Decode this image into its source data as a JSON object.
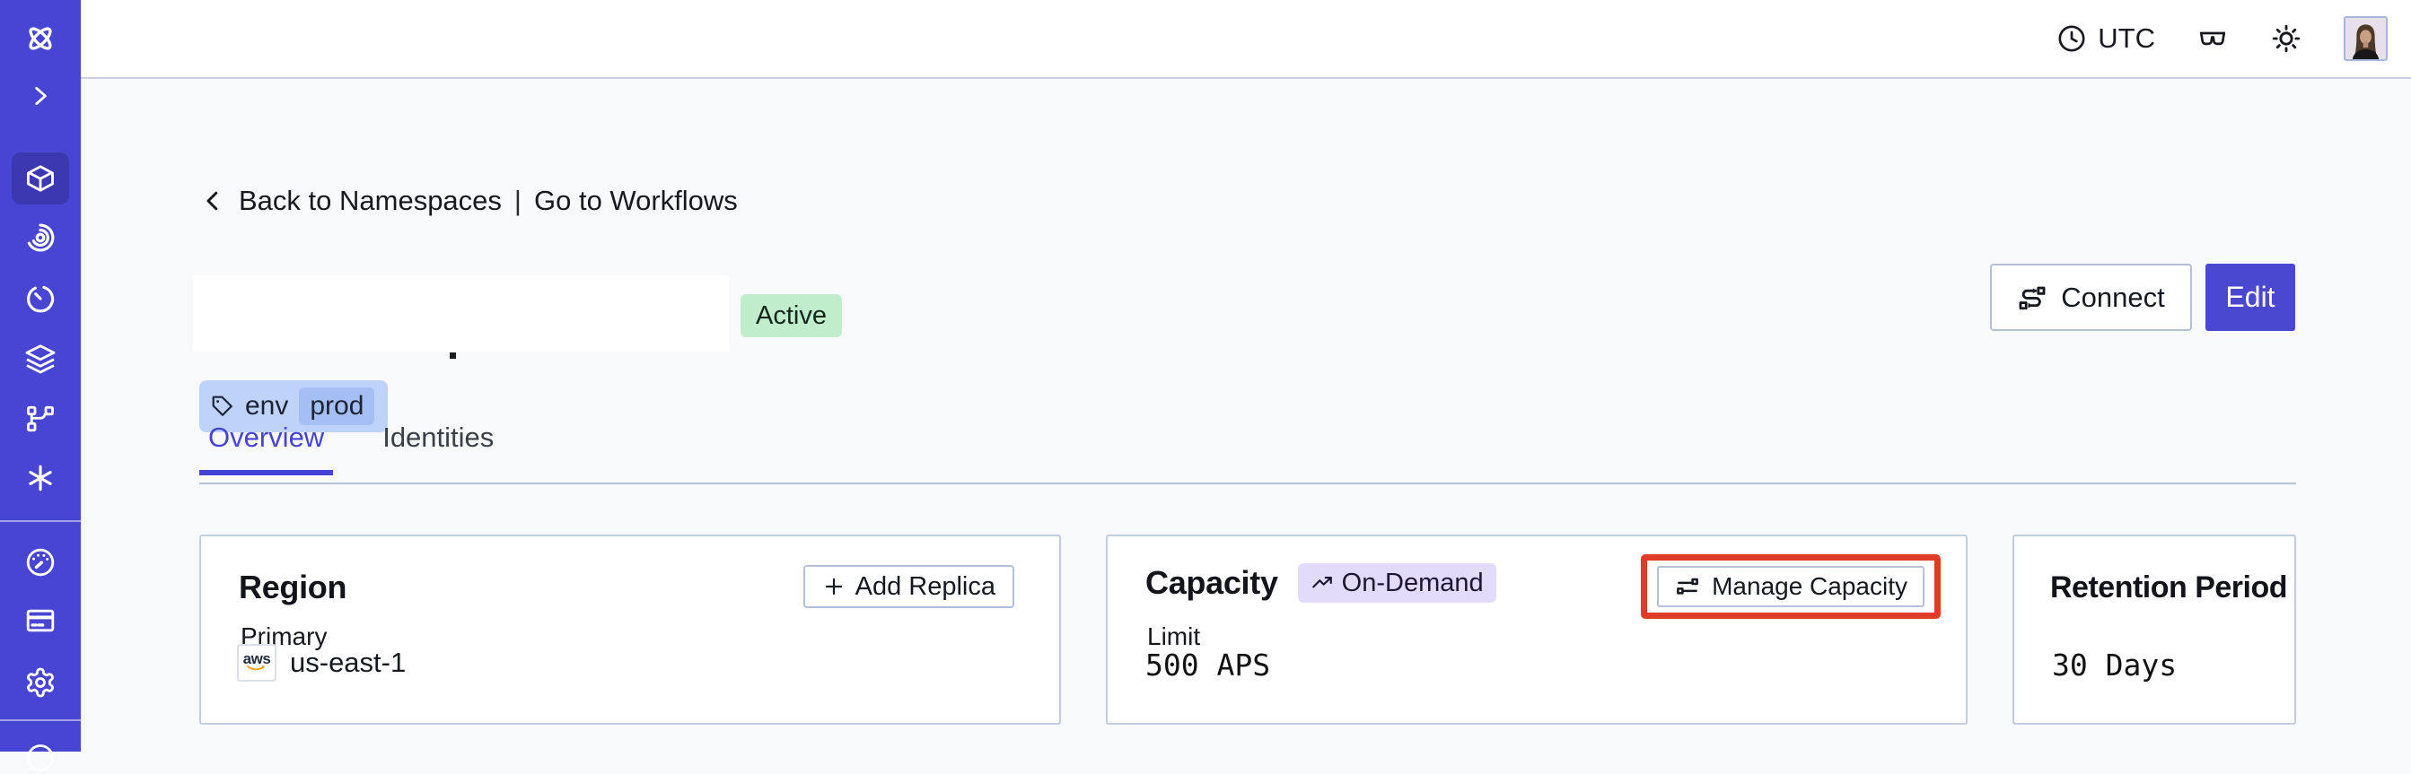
{
  "topbar": {
    "timezone": "UTC",
    "icons": [
      "clock-icon",
      "glasses-icon",
      "sun-icon",
      "avatar"
    ]
  },
  "sidebar": {
    "icons": [
      "temporal-logo",
      "expand-chevron",
      "namespaces-cube",
      "workflows-spiral",
      "schedules-clock",
      "deployments-layers",
      "batch-branch",
      "nexus-asterisk",
      "usage-gauge",
      "billing-card",
      "settings-gear",
      "support-circle"
    ],
    "active_item": "namespaces"
  },
  "breadcrumb": {
    "back": "Back to Namespaces",
    "separator": "|",
    "workflows": "Go to Workflows"
  },
  "namespace": {
    "status": "Active",
    "tag_key": "env",
    "tag_value": "prod"
  },
  "actions": {
    "connect": "Connect",
    "edit": "Edit"
  },
  "tabs": [
    {
      "label": "Overview",
      "active": true
    },
    {
      "label": "Identities",
      "active": false
    }
  ],
  "cards": {
    "region": {
      "title": "Region",
      "add_replica": "Add Replica",
      "primary_label": "Primary",
      "provider": "aws",
      "region_name": "us-east-1"
    },
    "capacity": {
      "title": "Capacity",
      "badge": "On-Demand",
      "limit_label": "Limit",
      "limit_value": "500 APS",
      "manage": "Manage Capacity"
    },
    "retention": {
      "title": "Retention Period",
      "value": "30 Days"
    }
  },
  "colors": {
    "sidebar": "#4845d4",
    "accent": "#4a47d1",
    "tab_active": "#4642d8",
    "status_badge_bg": "#c0edcc",
    "tag_bg": "#bed2fa",
    "tag_chip_bg": "#a5bff4",
    "ondemand_bg": "#e2dcfa",
    "highlight_red": "#de3c28",
    "card_border": "#c3cde2",
    "page_bg": "#f8f9fb"
  }
}
